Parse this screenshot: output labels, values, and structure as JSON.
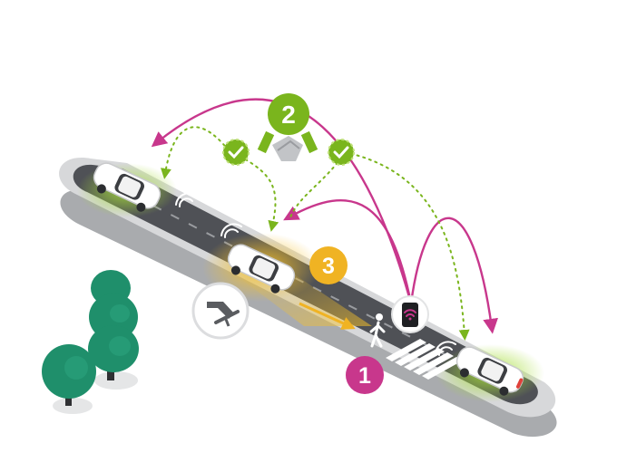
{
  "diagram": {
    "badges": [
      {
        "number": "1",
        "color": "#c8378c"
      },
      {
        "number": "2",
        "color": "#7ab51d"
      },
      {
        "number": "3",
        "color": "#f0b323"
      }
    ],
    "colors": {
      "v2v_arrows": "#c8378c",
      "v2i_dots": "#7ab51d",
      "highlight_glow": "#f0b323",
      "road": "#4f5156",
      "sidewalk": "#d7d8da",
      "sidewalk_edge": "#a9abae",
      "tree": "#1f8f6b",
      "tree_dark": "#136b50"
    },
    "icons": [
      "handshake-icon",
      "check-icon",
      "phone-wifi-icon",
      "pedestrian-icon",
      "brake-pedal-icon",
      "wifi-signal-icon",
      "car-icon",
      "tree-icon"
    ]
  }
}
